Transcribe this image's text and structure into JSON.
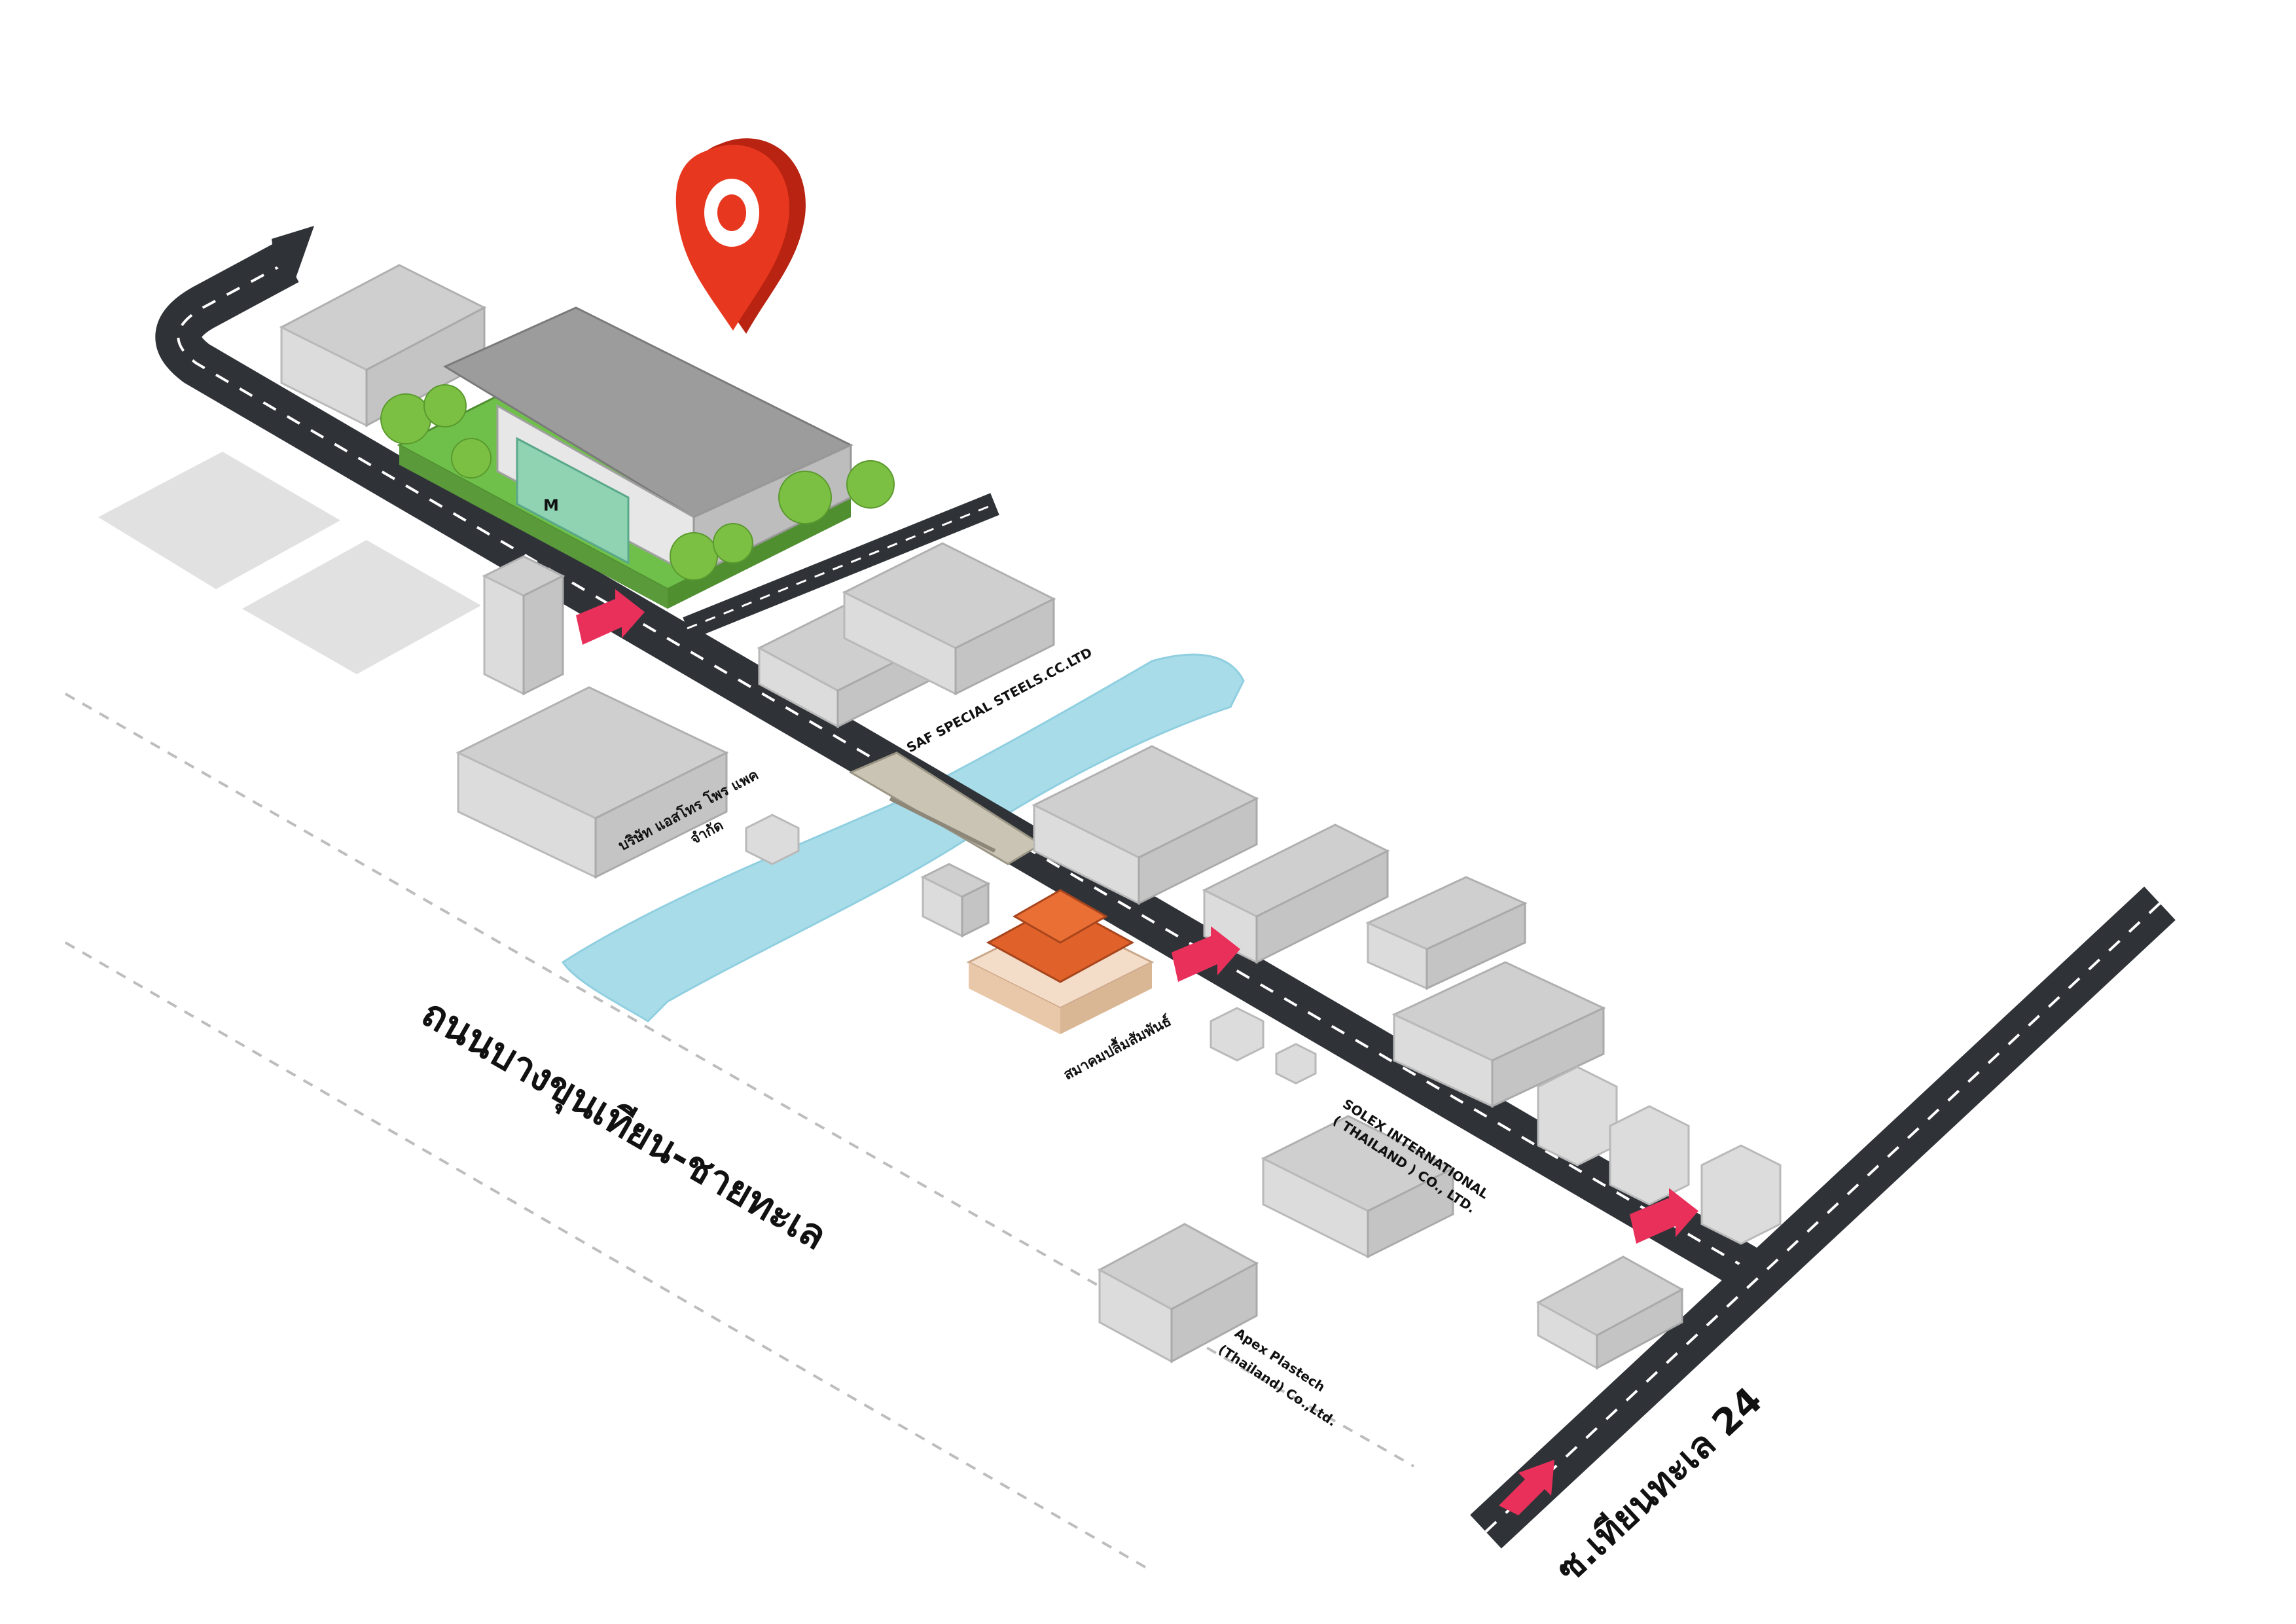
{
  "map": {
    "main_road_name": "ถนนบางขุนเทียน-ชายทะเล",
    "side_road_name": "ซ.เทียนทะเล 24",
    "places": {
      "saf": "SAF SPECIAL STEELS.CC.LTD",
      "electro_line1": "บริษัท แอสโทร โพร แพค",
      "electro_line2": "จำกัด",
      "association": "สมาคมปลื้มสัมพันธ์",
      "solex_line1": "SOLEX INTERNATIONAL",
      "solex_line2": "( THAILAND ) CO., LTD.",
      "apex_line1": "Apex Plastech",
      "apex_line2": "(Thailand) Co.,Ltd."
    },
    "destination_building_letter": "M"
  },
  "colors": {
    "road": "#2f3338",
    "road_marking": "#ffffff",
    "pin": "#e8371f",
    "pin_dark": "#b82312",
    "arrow": "#e8305a",
    "water": "#a9dce9",
    "grass": "#6fc04a",
    "tree": "#7cc043",
    "temple_roof": "#e0622a",
    "building": "#dcdcdc"
  },
  "icons": {
    "destination": "map-pin-icon",
    "direction": "direction-arrow-icon",
    "route_turn": "turn-arrow-icon"
  }
}
